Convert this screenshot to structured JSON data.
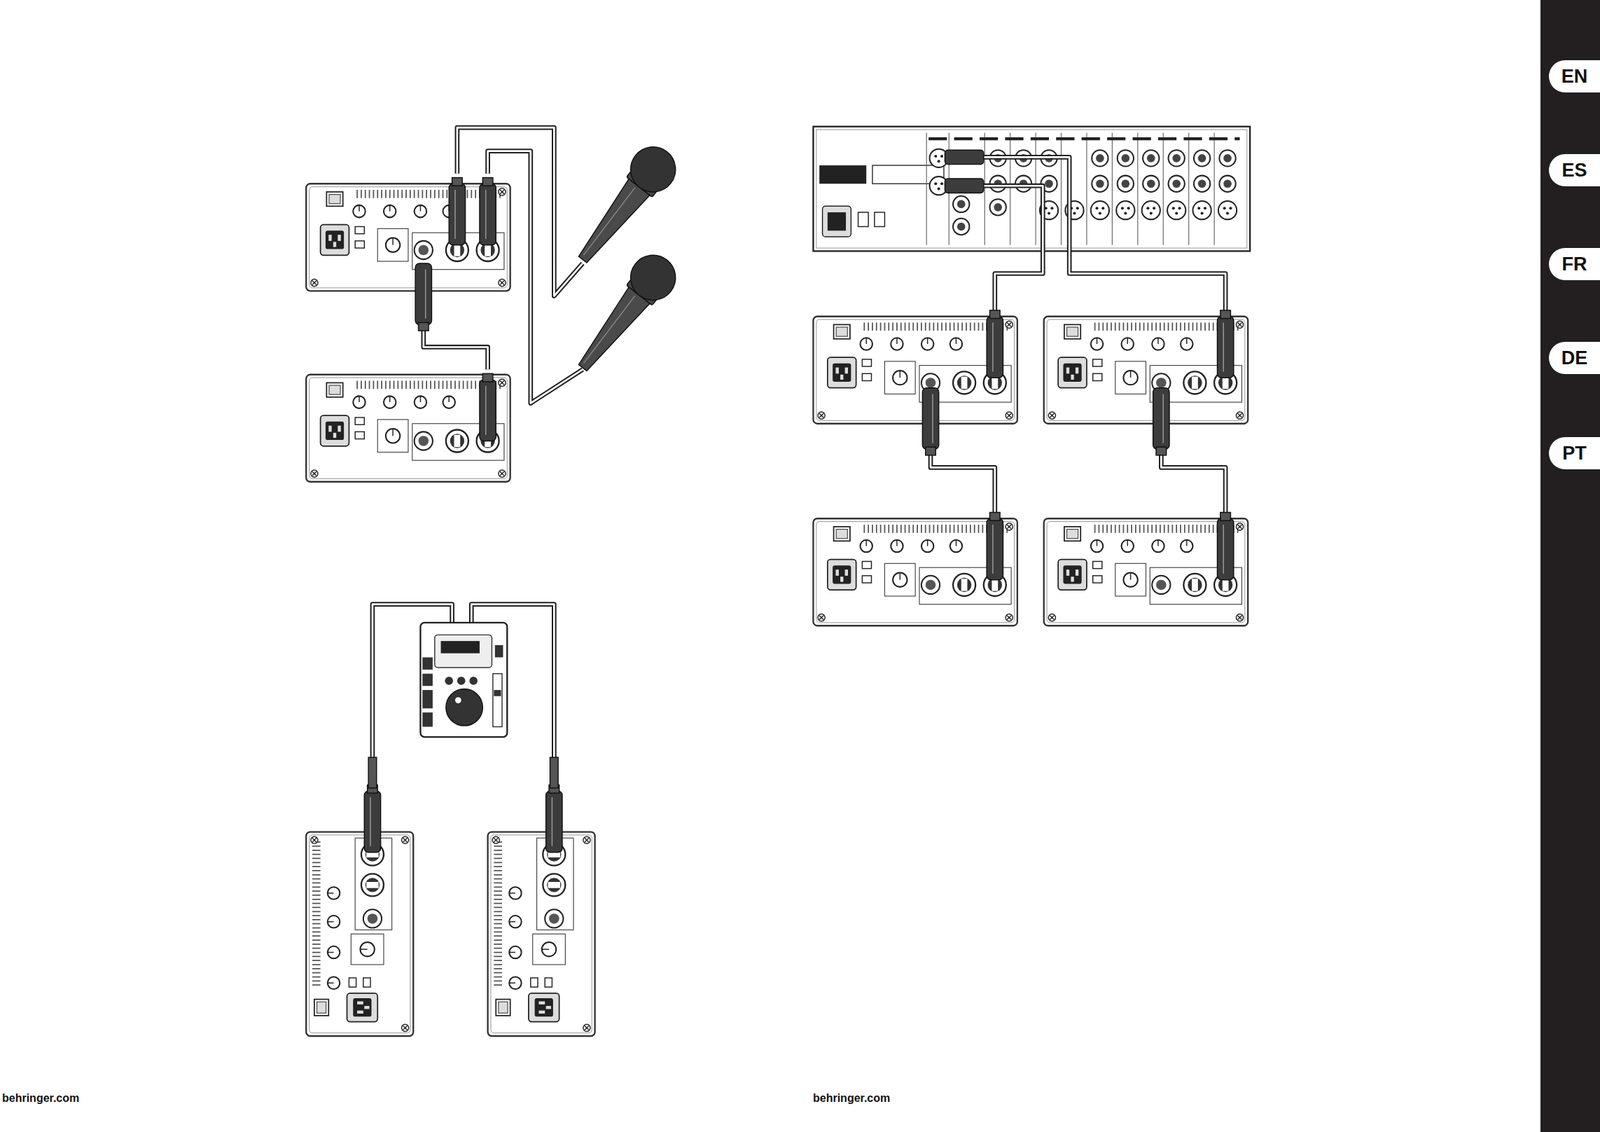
{
  "diagram": {
    "nodes": [
      {
        "text": [
          "EN"
        ]
      },
      {
        "text": [
          "ES"
        ]
      },
      {
        "text": [
          "FR"
        ]
      },
      {
        "text": [
          "DE"
        ]
      },
      {
        "text": [
          "PT"
        ]
      }
    ],
    "labels": [
      "behringer.com",
      "behringer.com"
    ]
  }
}
